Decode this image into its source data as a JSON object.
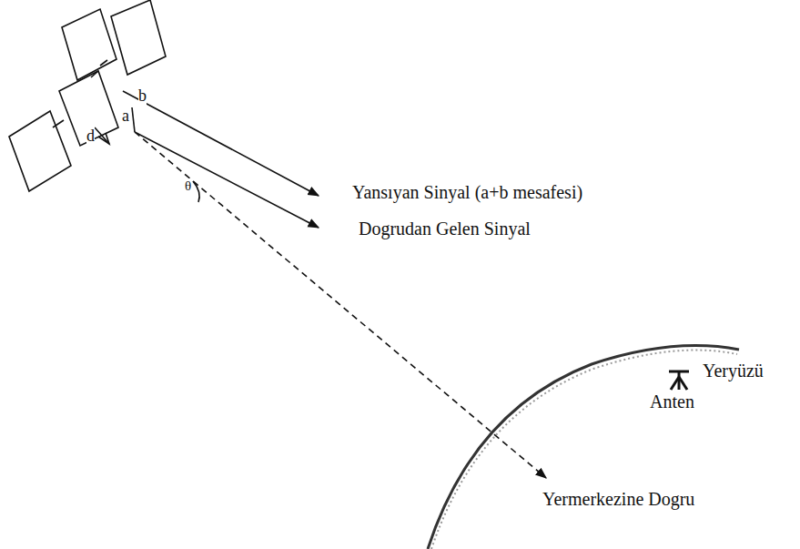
{
  "diagram": {
    "labels": [
      "b",
      "a",
      "d",
      "θ",
      "Yansıyan Sinyal (a+b mesafesi)",
      "Dogrudan Gelen Sinyal",
      "Yeryüzü",
      "Anten",
      "Yermerkezine Dogru"
    ]
  }
}
